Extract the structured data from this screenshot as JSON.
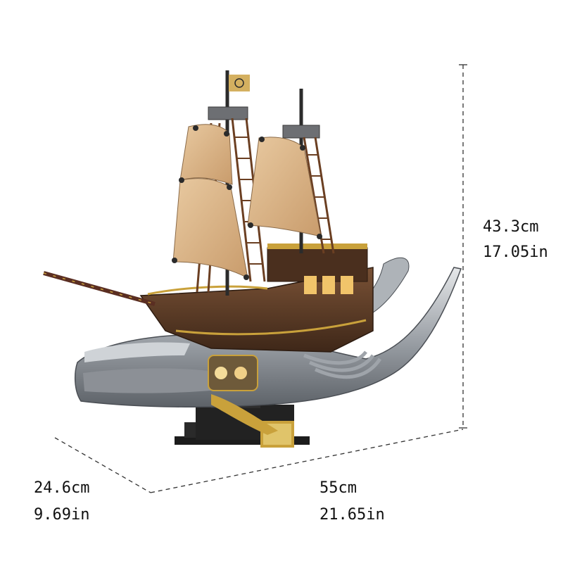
{
  "dimensions": {
    "height": {
      "cm": "43.3cm",
      "in": "17.05in"
    },
    "depth": {
      "cm": "24.6cm",
      "in": "9.69in"
    },
    "width": {
      "cm": "55cm",
      "in": "21.65in"
    }
  },
  "colors": {
    "sail": "#d8b48a",
    "hull_wood": "#5a3a26",
    "metal": "#b8bcc2",
    "gold": "#c9a13b",
    "stand": "#1c1c1c",
    "dim_line": "#333333"
  }
}
